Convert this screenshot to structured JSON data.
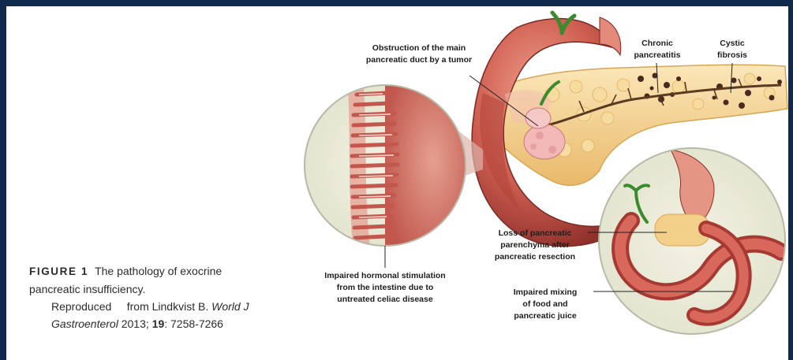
{
  "figure": {
    "label": "FIGURE 1",
    "title": "The pathology of exocrine pancreatic insufficiency.",
    "credit": {
      "prefix": "Reproduced",
      "from": "from Lindkvist B.",
      "journal": "World J Gastroenterol",
      "year": "2013;",
      "volume": "19",
      "pages": ": 7258-7266"
    }
  },
  "labels": {
    "obstruction": [
      "Obstruction of the main",
      "pancreatic duct by a tumor"
    ],
    "chronic_pancreatitis": [
      "Chronic",
      "pancreatitis"
    ],
    "cystic_fibrosis": [
      "Cystic",
      "fibrosis"
    ],
    "loss_parenchyma": [
      "Loss of pancreatic",
      "parenchyma after",
      "pancreatic resection"
    ],
    "impaired_mixing": [
      "Impaired mixing",
      "of food and",
      "pancreatic juice"
    ],
    "impaired_hormonal": [
      "Impaired hormonal stimulation",
      "from the intestine due to",
      "untreated celiac disease"
    ]
  },
  "colors": {
    "border": "#0f2a4d",
    "intestine": "#c9554a",
    "pancreas": "#f3d08a",
    "magnifier_bg": "#e9ecd9"
  }
}
